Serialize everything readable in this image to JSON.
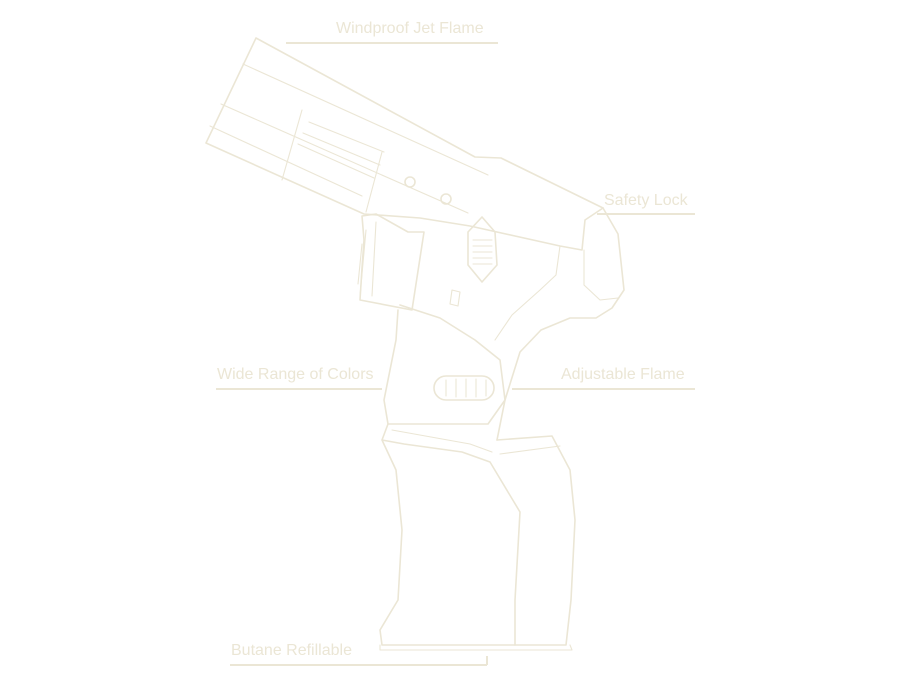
{
  "callouts": {
    "windproof": "Windproof Jet Flame",
    "safety_lock": "Safety Lock",
    "wide_range": "Wide Range of Colors",
    "adjustable": "Adjustable Flame",
    "butane": "Butane Refillable"
  },
  "colors": {
    "line": "#ebe6d5",
    "background": "#ffffff"
  }
}
